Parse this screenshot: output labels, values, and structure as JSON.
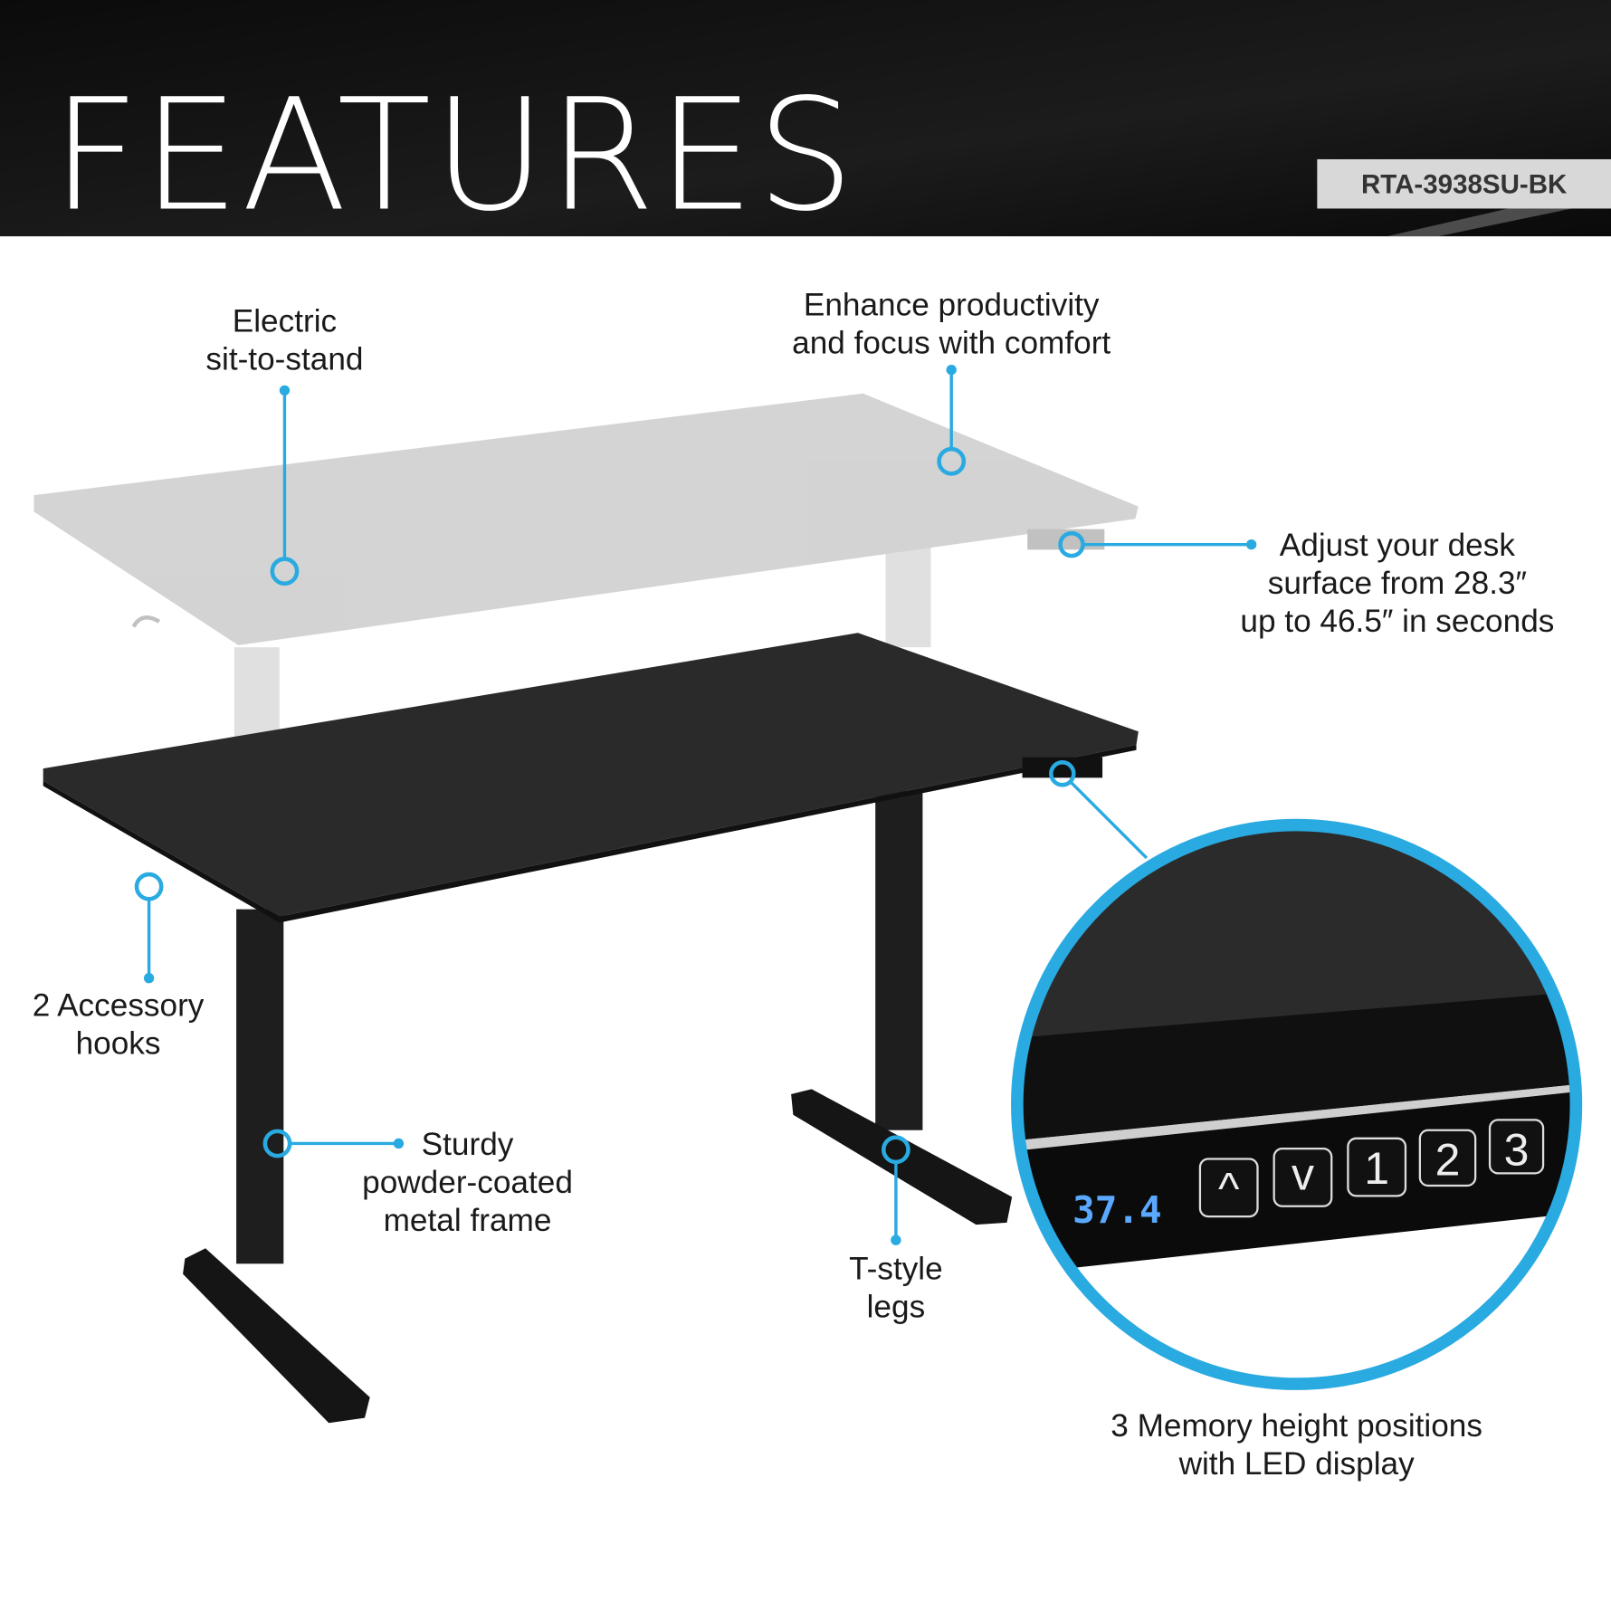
{
  "header": {
    "title": "FEATURES",
    "sku": "RTA-3938SU-BK"
  },
  "callouts": {
    "electric": [
      "Electric",
      "sit-to-stand"
    ],
    "productivity": [
      "Enhance productivity",
      "and focus with comfort"
    ],
    "adjust": [
      "Adjust your desk",
      "surface from 28.3″",
      "up to 46.5″ in seconds"
    ],
    "hooks": [
      "2 Accessory",
      "hooks"
    ],
    "frame": [
      "Sturdy",
      "powder-coated",
      "metal frame"
    ],
    "legs": [
      "T-style",
      "legs"
    ],
    "memory": [
      "3 Memory height positions",
      "with LED display"
    ]
  },
  "control_panel": {
    "display": "37.4",
    "buttons": [
      "^",
      "v",
      "1",
      "2",
      "3"
    ]
  },
  "colors": {
    "accent": "#29aae1",
    "header_bg": "#111111"
  }
}
